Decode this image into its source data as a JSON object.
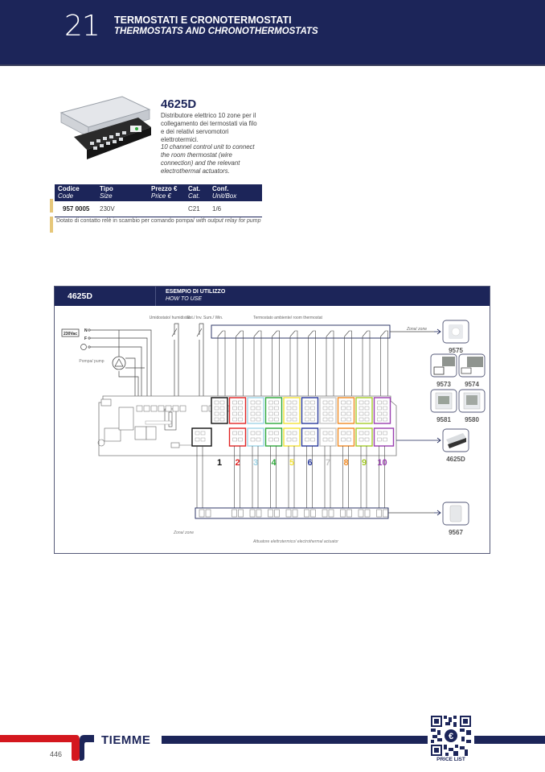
{
  "header": {
    "chapter_number": "21",
    "title_it": "TERMOSTATI E CRONOTERMOSTATI",
    "title_en": "THERMOSTATS AND CHRONOTHERMOSTATS",
    "bg_color": "#1c2559"
  },
  "product": {
    "code": "4625D",
    "description_it": "Distributore elettrico 10 zone per il collegamento dei termostati via filo e dei relativi servomotori elettrotermici.",
    "description_en": "10 channel control unit to connect the room thermostat (wire connection) and the relevant electrothermal actuators."
  },
  "price_table": {
    "headers": [
      {
        "it": "Codice",
        "en": "Code"
      },
      {
        "it": "Tipo",
        "en": "Size"
      },
      {
        "it": "Prezzo €",
        "en": "Price €"
      },
      {
        "it": "Cat.",
        "en": "Cat."
      },
      {
        "it": "Conf.",
        "en": "Unit/Box"
      }
    ],
    "rows": [
      {
        "code": "957 0005",
        "size": "230V",
        "price": "",
        "cat": "C21",
        "unit": "1/6"
      }
    ]
  },
  "note": {
    "it": "Dotato di contatto relè in scambio per comando pompa/",
    "en": "with output relay for pump"
  },
  "diagram": {
    "code": "4625D",
    "title_it": "ESEMPIO DI UTILIZZO",
    "title_en": "HOW TO USE",
    "label_voltage": "230Vac",
    "label_n": "N",
    "label_f": "F",
    "label_pump": "Pompa/ pump",
    "label_humidistat": "Umidostato/ humidistat",
    "label_season": "Est./ Inv. Sum./ Win.",
    "label_room_thermostat": "Termostato ambiente/ room thermostat",
    "label_zone_top": "Zona/ zone",
    "label_zone_bottom": "Zona/ zone",
    "label_actuator": "Attuatore elettrotermico/ electrothermal actuator",
    "zones": [
      {
        "n": "1",
        "color": "#111111"
      },
      {
        "n": "2",
        "color": "#e02424"
      },
      {
        "n": "3",
        "color": "#9fd4e6"
      },
      {
        "n": "4",
        "color": "#2ea83a"
      },
      {
        "n": "5",
        "color": "#f2e23a"
      },
      {
        "n": "6",
        "color": "#2a3a9c"
      },
      {
        "n": "7",
        "color": "#c8c8c8"
      },
      {
        "n": "8",
        "color": "#f08a24"
      },
      {
        "n": "9",
        "color": "#a5cc2a"
      },
      {
        "n": "10",
        "color": "#9a3fb0"
      }
    ],
    "products": [
      "9575",
      "9573",
      "9574",
      "9581",
      "9580",
      "4625D",
      "9567"
    ]
  },
  "footer": {
    "brand": "TIEMME",
    "page_number": "446",
    "qr_label": "PRICE LIST",
    "red": "#d4171e",
    "navy": "#1c2559"
  }
}
